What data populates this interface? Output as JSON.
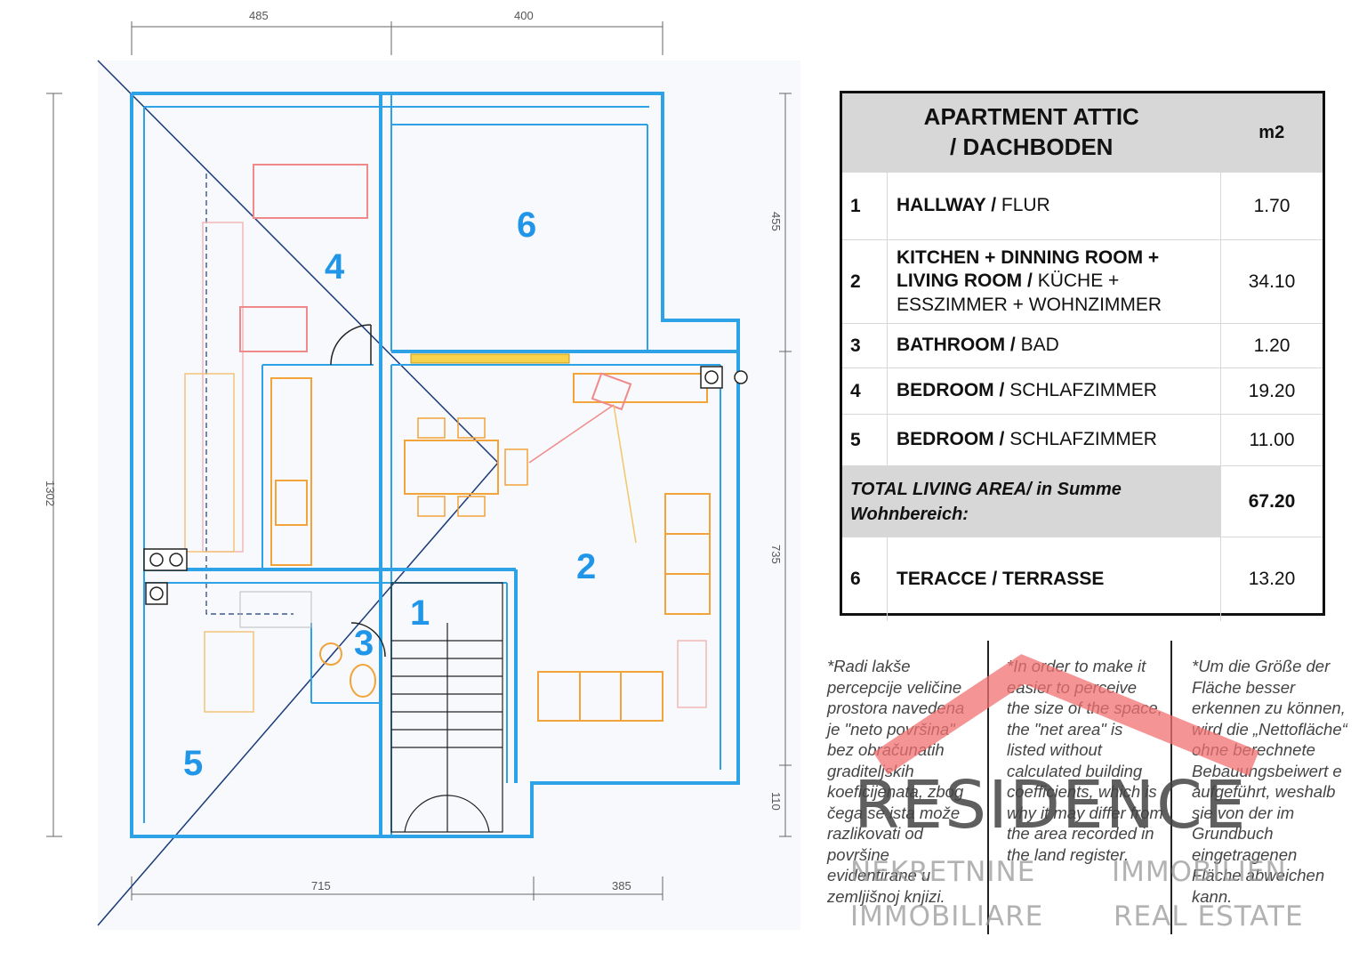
{
  "dimensions": {
    "top_left": "485",
    "top_right": "400",
    "left": "1302",
    "right_upper": "455",
    "right_middle": "735",
    "right_lower": "110",
    "bottom_left": "715",
    "bottom_right": "385"
  },
  "room_labels": [
    "1",
    "2",
    "3",
    "4",
    "5",
    "6"
  ],
  "table": {
    "title_line1": "APARTMENT ATTIC",
    "title_line2": "/  DACHBODEN",
    "unit": "m2",
    "rows": [
      {
        "num": "1",
        "en": "HALLWAY",
        "sep": " / ",
        "de": "FLUR",
        "area": "1.70"
      },
      {
        "num": "2",
        "en": "KITCHEN + DINNING ROOM + LIVING ROOM",
        "sep": " / ",
        "de": "KÜCHE + ESSZIMMER + WOHNZIMMER",
        "area": "34.10"
      },
      {
        "num": "3",
        "en": "BATHROOM",
        "sep": " / ",
        "de": "BAD",
        "area": "1.20"
      },
      {
        "num": "4",
        "en": "BEDROOM",
        "sep": " / ",
        "de": "SCHLAFZIMMER",
        "area": "19.20"
      },
      {
        "num": "5",
        "en": "BEDROOM",
        "sep": " / ",
        "de": "SCHLAFZIMMER",
        "area": "11.00"
      }
    ],
    "total_label": "TOTAL LIVING AREA/ in Summe Wohnbereich:",
    "total_value": "67.20",
    "terrace": {
      "num": "6",
      "label": "TERACCE / TERRASSE",
      "area": "13.20"
    }
  },
  "notes": {
    "hr": "*Radi lakše percepcije veličine prostora navedena je \"neto površina\" bez obračunatih graditeljskih koeficijenata, zbog čega se ista može razlikovati od površine evidentirane u zemljišnoj knjizi.",
    "en": "*In order to make it easier to perceive the size of the space, the \"net area\" is listed without calculated building coefficients, which is why it may differ from the area recorded in the land register.",
    "de": "*Um die Größe der Fläche besser erkennen zu können, wird die „Nettofläche“ ohne berechnete Bebauungsbeiwert e aufgeführt, weshalb sie von der im Grundbuch eingetragenen Fläche abweichen kann."
  },
  "watermark": {
    "brand": "RESIDENCE",
    "line1_left": "NEKRETNINE",
    "line1_right": "IMMOBILIEN",
    "line2_left": "IMMOBILIARE",
    "line2_right": "REAL ESTATE",
    "roof_color": "#f07070"
  },
  "colors": {
    "wall": "#2ea2e6",
    "wall_dark": "#1a66b8",
    "furniture_orange": "#f2a33a",
    "furniture_pink": "#f08a8a",
    "label_blue": "#2196e8"
  }
}
